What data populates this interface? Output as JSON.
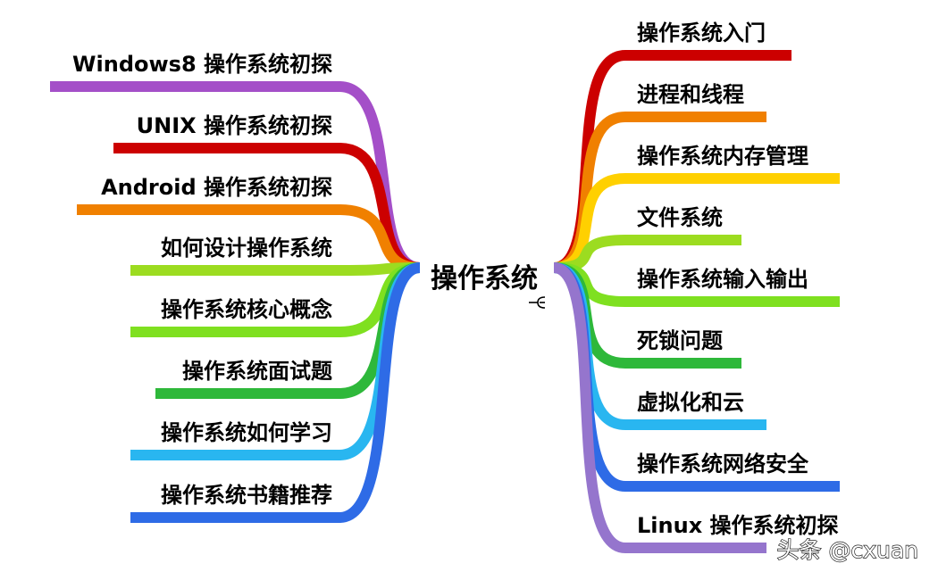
{
  "center": {
    "label": "操作系统",
    "collapse_icon": "collapse-icon"
  },
  "left_branches": [
    {
      "label": "Windows8 操作系统初探",
      "color": "#A44FC8"
    },
    {
      "label": "UNIX 操作系统初探",
      "color": "#CC0000"
    },
    {
      "label": "Android 操作系统初探",
      "color": "#F08000"
    },
    {
      "label": "如何设计操作系统",
      "color": "#9CDC20"
    },
    {
      "label": "操作系统核心概念",
      "color": "#7FE020"
    },
    {
      "label": "操作系统面试题",
      "color": "#2EB83A"
    },
    {
      "label": "操作系统如何学习",
      "color": "#29B6F0"
    },
    {
      "label": "操作系统书籍推荐",
      "color": "#2E6BE6"
    }
  ],
  "right_branches": [
    {
      "label": "操作系统入门",
      "color": "#CC0000"
    },
    {
      "label": "进程和线程",
      "color": "#F08000"
    },
    {
      "label": "操作系统内存管理",
      "color": "#FFD000"
    },
    {
      "label": "文件系统",
      "color": "#9CDC20"
    },
    {
      "label": "操作系统输入输出",
      "color": "#7FE020"
    },
    {
      "label": "死锁问题",
      "color": "#2EB83A"
    },
    {
      "label": "虚拟化和云",
      "color": "#29B6F0"
    },
    {
      "label": "操作系统网络安全",
      "color": "#2E6BE6"
    },
    {
      "label": "Linux 操作系统初探",
      "color": "#9575CD"
    }
  ],
  "watermark": {
    "text": "头条 @cxuan"
  }
}
